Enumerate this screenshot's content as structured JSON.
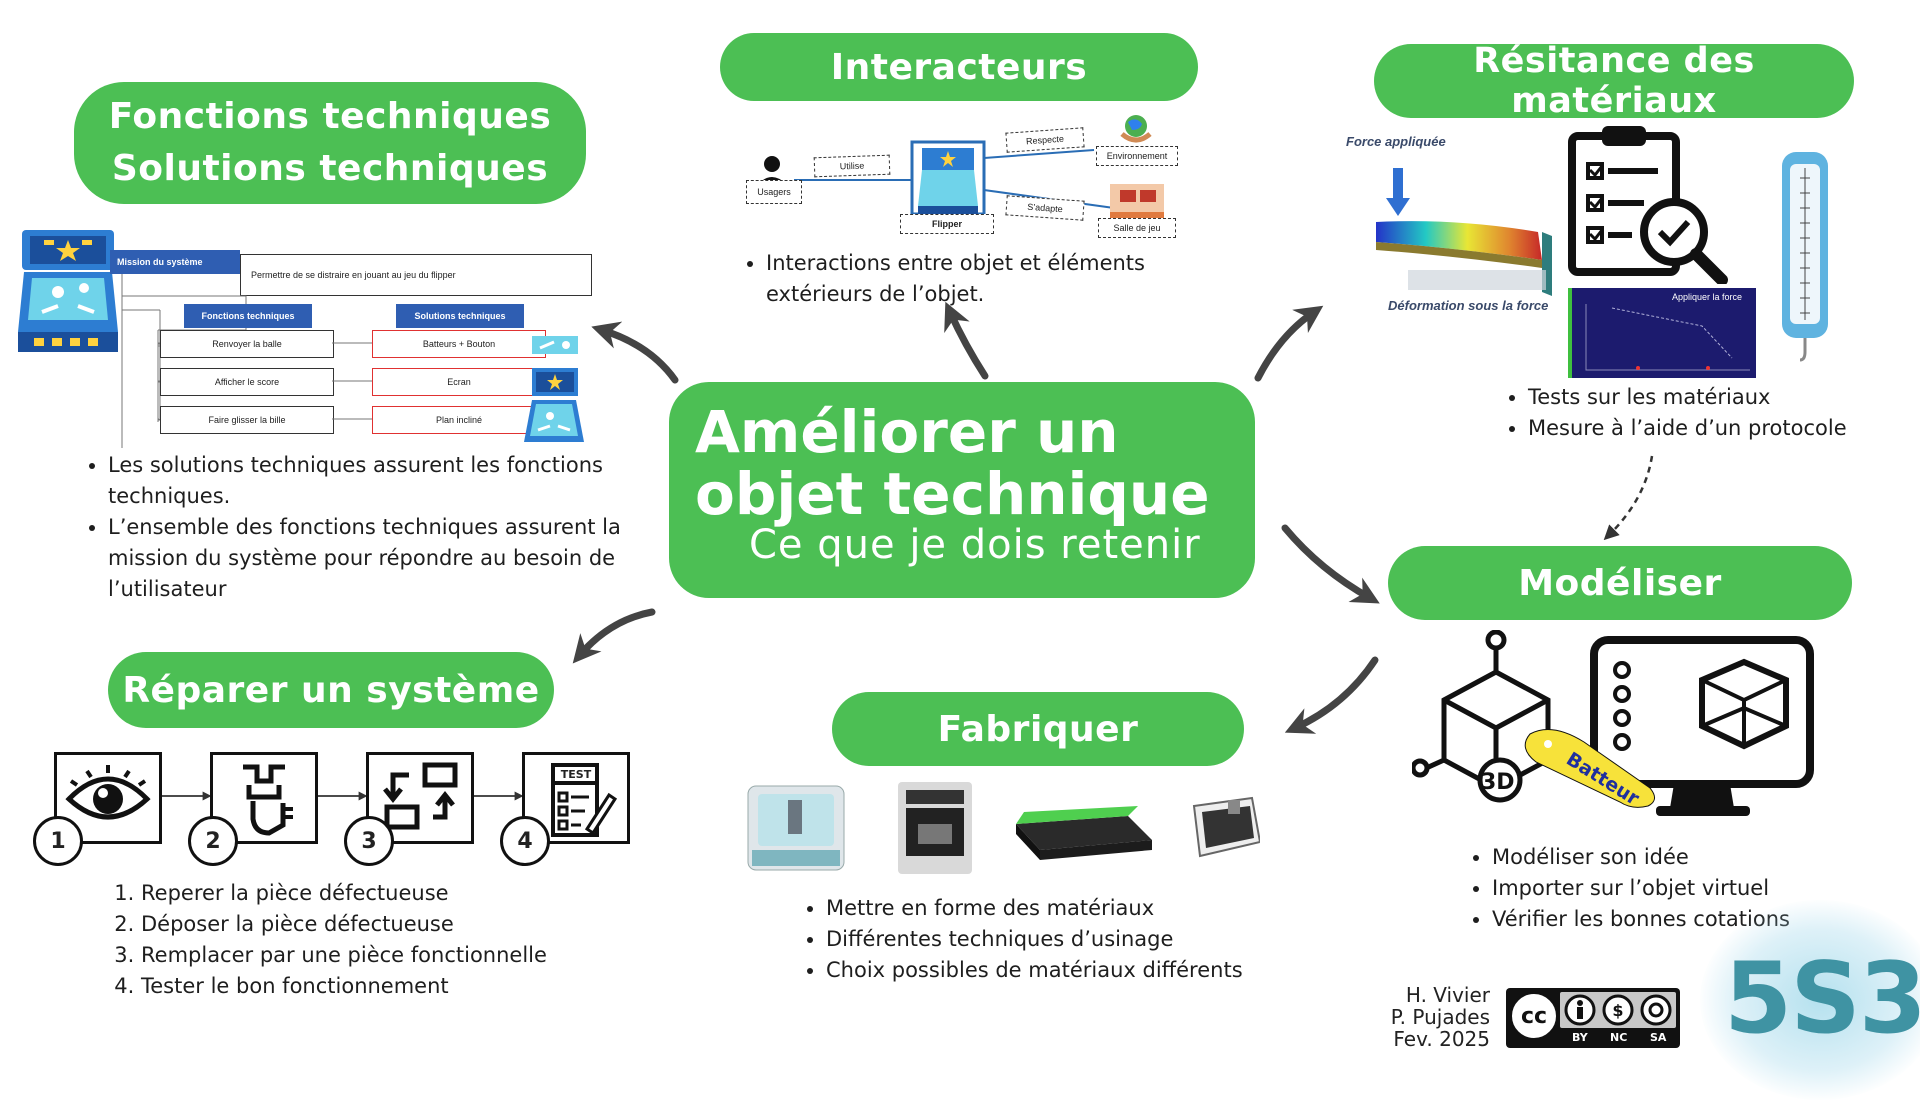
{
  "center": {
    "title_line1": "Améliorer un",
    "title_line2": "objet technique",
    "subtitle": "Ce que je dois retenir"
  },
  "fonctions": {
    "title_line1": "Fonctions techniques",
    "title_line2": "Solutions techniques",
    "mission_label": "Mission du système",
    "mission_text": "Permettre de se distraire en jouant au jeu du flipper",
    "col_fonctions": "Fonctions techniques",
    "col_solutions": "Solutions techniques",
    "rows": [
      {
        "fonction": "Renvoyer la balle",
        "solution": "Batteurs + Bouton"
      },
      {
        "fonction": "Afficher le score",
        "solution": "Ecran"
      },
      {
        "fonction": "Faire glisser la bille",
        "solution": "Plan incliné"
      }
    ],
    "bullets": [
      "Les solutions techniques assurent les fonctions techniques.",
      "L’ensemble des fonctions techniques assurent la mission du système pour répondre au besoin de l’utilisateur"
    ]
  },
  "interacteurs": {
    "title": "Interacteurs",
    "labels": {
      "usagers": "Usagers",
      "utilise": "Utilise",
      "flipper": "Flipper",
      "respecte": "Respecte",
      "environnement": "Environnement",
      "sadapte": "S’adapte",
      "salle": "Salle de jeu"
    },
    "bullets": [
      "Interactions entre objet et éléments extérieurs de l’objet."
    ]
  },
  "resistance": {
    "title": "Résitance des matériaux",
    "force_label": "Force appliquée",
    "deformation_label": "Déformation sous la force",
    "graph_label": "Appliquer la force",
    "bullets": [
      "Tests sur les matériaux",
      "Mesure à l’aide d’un protocole"
    ]
  },
  "modeliser": {
    "title": "Modéliser",
    "badge_3d": "3D",
    "batteur": "Batteur",
    "bullets": [
      "Modéliser son idée",
      "Importer sur l’objet virtuel",
      "Vérifier les bonnes cotations"
    ]
  },
  "fabriquer": {
    "title": "Fabriquer",
    "bullets": [
      "Mettre en forme des matériaux",
      "Différentes techniques d’usinage",
      "Choix possibles de matériaux différents"
    ]
  },
  "reparer": {
    "title": "Réparer un système",
    "steps": [
      "1",
      "2",
      "3",
      "4"
    ],
    "test_label": "TEST",
    "items": [
      "Reperer la pièce défectueuse",
      "Déposer la pièce défectueuse",
      "Remplacer par une pièce fonctionnelle",
      "Tester le bon fonctionnement"
    ]
  },
  "credits": {
    "line1": "H. Vivier",
    "line2": "P. Pujades",
    "line3": "Fev. 2025",
    "cc": "cc",
    "by": "BY",
    "nc": "NC",
    "sa": "SA"
  },
  "badge": "5S3",
  "colors": {
    "green": "#4cbf54",
    "teal": "#3f93a3",
    "arrow": "#444444"
  }
}
